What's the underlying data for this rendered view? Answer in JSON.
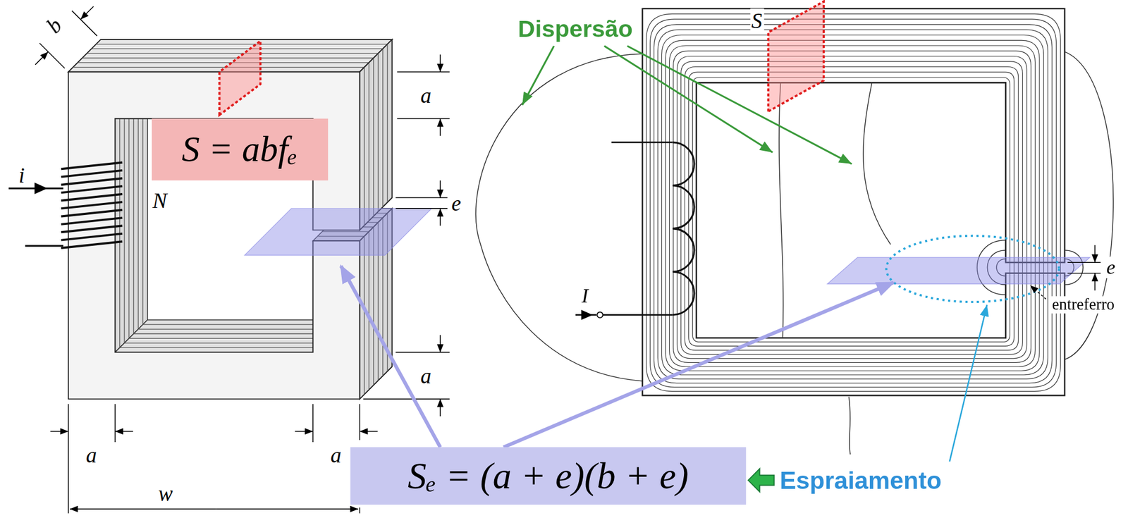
{
  "diagram": {
    "nodes": [
      {
        "text": [
          "S = abfₑ"
        ]
      },
      {
        "text": [
          "Sₑ = (a + e)(b + e)"
        ]
      }
    ],
    "labels": [
      "Dispersão",
      "b",
      "a",
      "S",
      "i",
      "N",
      "e",
      "e",
      "entreferro",
      "I",
      "a",
      "a",
      "a",
      "w",
      "Espraiamento"
    ]
  }
}
